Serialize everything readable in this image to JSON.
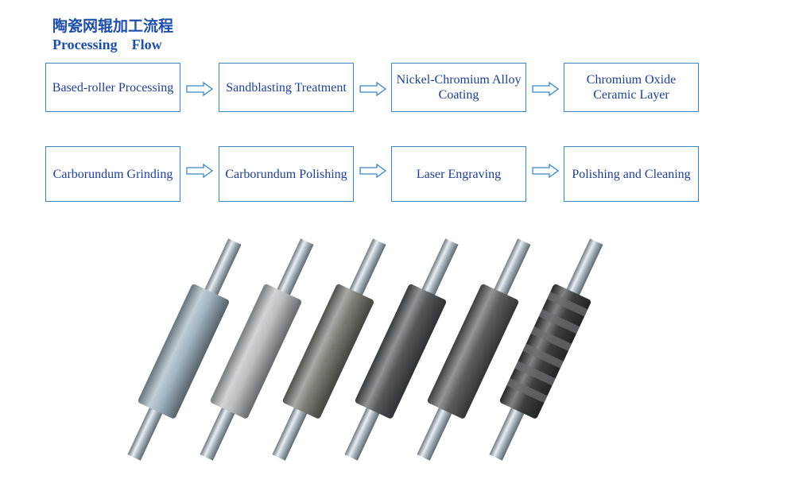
{
  "title_cn": "陶瓷网辊加工流程",
  "title_en": "Processing    Flow",
  "steps_row1": [
    {
      "label": "Based-roller Processing"
    },
    {
      "label": "Sandblasting Treatment"
    },
    {
      "label": "Nickel-Chromium Alloy\nCoating"
    },
    {
      "label": "Chromium Oxide\nCeramic Layer"
    }
  ],
  "steps_row2": [
    {
      "label": "Carborundum Grinding"
    },
    {
      "label": "Carborundum Polishing"
    },
    {
      "label": "Laser Engraving"
    },
    {
      "label": "Polishing and Cleaning"
    }
  ],
  "colors": {
    "title": "#1f4fa8",
    "box_border": "#3a86c8",
    "box_text": "#1f3f8f"
  },
  "rollers": [
    {
      "stage": "base",
      "body_color": "#9fb3c0"
    },
    {
      "stage": "sandblasted",
      "body_color": "#b9bdc0"
    },
    {
      "stage": "nickel-chromium",
      "body_color": "#7c7b74"
    },
    {
      "stage": "ceramic",
      "body_color": "#55595c"
    },
    {
      "stage": "ground",
      "body_color": "#5c5e60"
    },
    {
      "stage": "engraved",
      "body_color": "#3d3f42"
    }
  ]
}
